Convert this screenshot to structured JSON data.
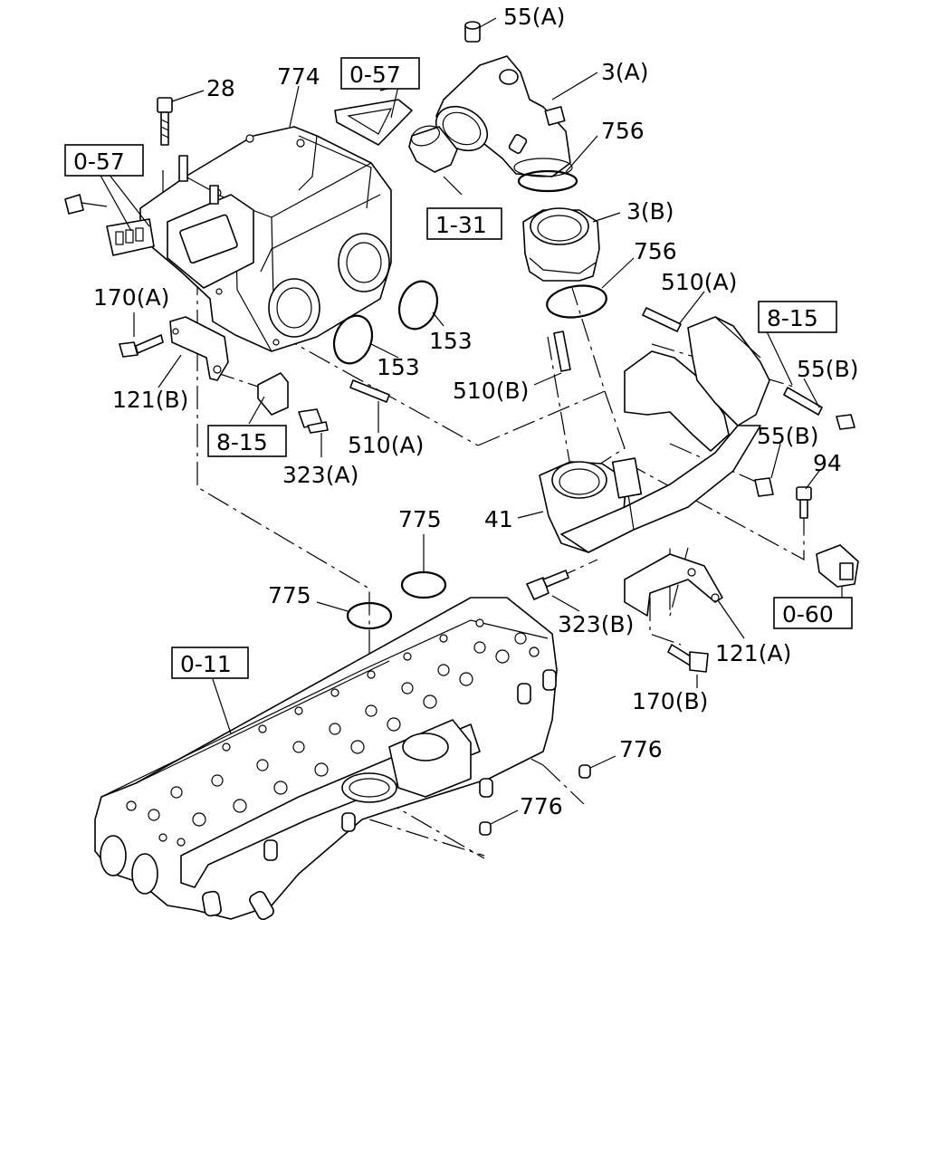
{
  "diagram": {
    "callouts": [
      {
        "id": "c1",
        "text": "55(A)"
      },
      {
        "id": "c2",
        "text": "3(A)"
      },
      {
        "id": "c3",
        "text": "756"
      },
      {
        "id": "c4",
        "text": "3(B)"
      },
      {
        "id": "c5",
        "text": "756"
      },
      {
        "id": "c6",
        "text": "510(A)"
      },
      {
        "id": "c7",
        "text": "55(B)"
      },
      {
        "id": "c8",
        "text": "55(B)"
      },
      {
        "id": "c9",
        "text": "94"
      },
      {
        "id": "c10",
        "text": "28"
      },
      {
        "id": "c11",
        "text": "774"
      },
      {
        "id": "c12",
        "text": "170(A)"
      },
      {
        "id": "c13",
        "text": "153"
      },
      {
        "id": "c14",
        "text": "153"
      },
      {
        "id": "c15",
        "text": "510(B)"
      },
      {
        "id": "c16",
        "text": "121(B)"
      },
      {
        "id": "c17",
        "text": "510(A)"
      },
      {
        "id": "c18",
        "text": "323(A)"
      },
      {
        "id": "c19",
        "text": "41"
      },
      {
        "id": "c20",
        "text": "775"
      },
      {
        "id": "c21",
        "text": "775"
      },
      {
        "id": "c22",
        "text": "323(B)"
      },
      {
        "id": "c23",
        "text": "121(A)"
      },
      {
        "id": "c24",
        "text": "170(B)"
      },
      {
        "id": "c25",
        "text": "776"
      },
      {
        "id": "c26",
        "text": "776"
      }
    ],
    "references": [
      {
        "id": "r1",
        "text": "0-57"
      },
      {
        "id": "r2",
        "text": "0-57"
      },
      {
        "id": "r3",
        "text": "1-31"
      },
      {
        "id": "r4",
        "text": "8-15"
      },
      {
        "id": "r5",
        "text": "8-15"
      },
      {
        "id": "r6",
        "text": "0-60"
      },
      {
        "id": "r7",
        "text": "0-11"
      }
    ]
  }
}
